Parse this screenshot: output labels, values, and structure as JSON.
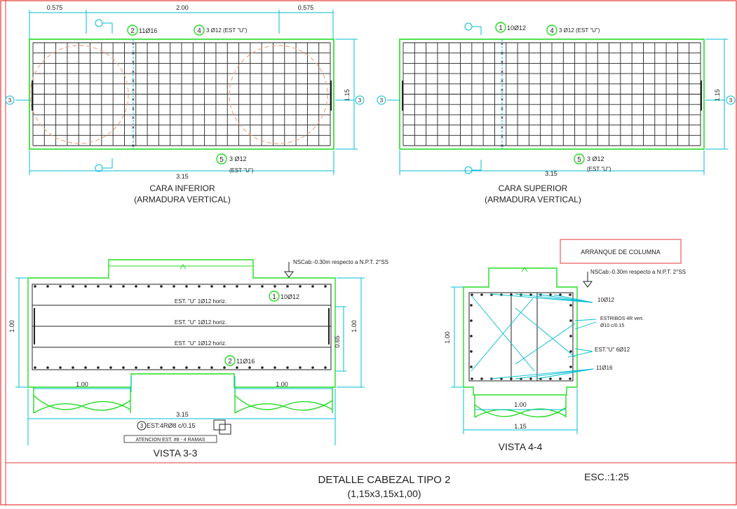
{
  "top_dims": {
    "left": "0.575",
    "center": "2.00",
    "right": "0.575"
  },
  "cara_inferior": {
    "title": "CARA INFERIOR",
    "subtitle": "(ARMADURA VERTICAL)",
    "width_dim": "3.15",
    "height_dim": "1.15",
    "tag_2_num": "2",
    "tag_2_text": "11Ø16",
    "tag_4_num": "4",
    "tag_4_text": "3 Ø12 (EST \"U\")",
    "tag_5_num": "5",
    "tag_5_text": "3 Ø12",
    "tag_5_sub": "(EST \"U\")",
    "section_marker": "3"
  },
  "cara_superior": {
    "title": "CARA SUPERIOR",
    "subtitle": "(ARMADURA VERTICAL)",
    "width_dim": "3.15",
    "height_dim": "1.15",
    "tag_1_num": "1",
    "tag_1_text": "10Ø12",
    "tag_4_num": "4",
    "tag_4_text": "3 Ø12 (EST \"U\")",
    "tag_5_num": "5",
    "tag_5_text": "3 Ø12",
    "tag_5_sub": "(EST \"U\")",
    "section_marker": "3"
  },
  "vista_3_3": {
    "title": "VISTA 3-3",
    "level_note": "NSCab:-0.30m respecto a N.P.T. 2°SS",
    "bar_labels": [
      "EST. \"U\" 1Ø12 horiz.",
      "EST. \"U\" 1Ø12 horiz.",
      "EST. \"U\" 1Ø12 horiz."
    ],
    "tag_1_num": "1",
    "tag_1_text": "10Ø12",
    "tag_2_num": "2",
    "tag_2_text": "11Ø16",
    "height_left": "1.00",
    "height_right": "1.00",
    "inner_height": "0.65",
    "pile_left": "1.00",
    "pile_right": "1.00",
    "total_width": "3.15",
    "stirrup_num": "3",
    "stirrup_text": "EST:4RØ8  c/0.15",
    "attention_note": "ATENCION EST. #8 - 4 RAMAS"
  },
  "vista_4_4": {
    "title": "VISTA 4-4",
    "column_box": "ARRANQUE DE COLUMNA",
    "level_note": "NSCab:-0.30m respecto a N.P.T. 2°SS",
    "labels": [
      "10Ø12",
      "ESTRIBOS 4R vert.",
      "Ø10 c/0.15",
      "EST.\"U\" 6Ø12",
      "11Ø16"
    ],
    "height_dim": "1.00",
    "pile_width": "1.00",
    "total_width": "1.15"
  },
  "title_block": {
    "title": "DETALLE CABEZAL TIPO 2",
    "subtitle": "(1,15x3,15x1,00)",
    "scale": "ESC.:1:25"
  },
  "colors": {
    "concrete_outline": "#22dd22",
    "dimension": "#00bcd4",
    "steel": "#222222",
    "frame": "#e53935",
    "pile_circle": "#f4a582"
  }
}
